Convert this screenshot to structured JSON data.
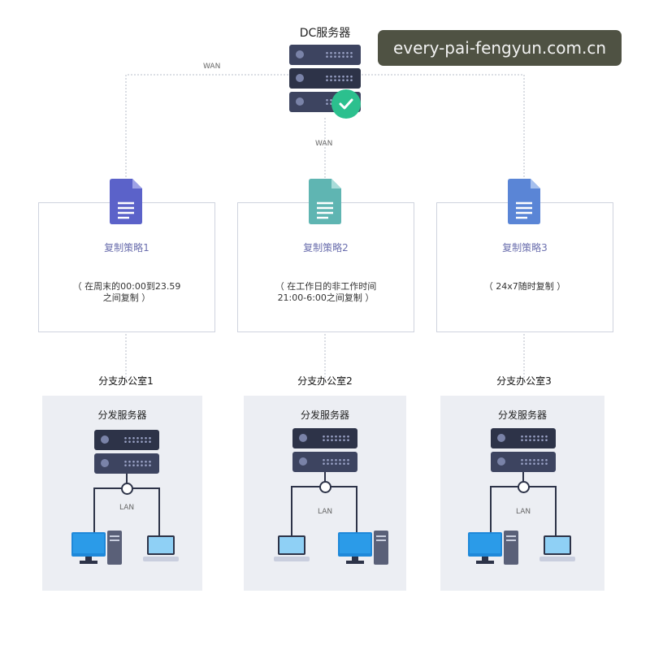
{
  "dc_server": {
    "label": "DC服务器"
  },
  "links": {
    "wan_label": "WAN",
    "lan_label": "LAN"
  },
  "watermark": {
    "text": "every-pai-fengyun.com.cn"
  },
  "policies": [
    {
      "title": "复制策略1",
      "desc": "（ 在周末的00:00到23.59\n之间复制 ）",
      "icon_color": "#5b62c9"
    },
    {
      "title": "复制策略2",
      "desc": "（ 在工作日的非工作时间\n21:00-6:00之间复制 ）",
      "icon_color": "#5fb5b2"
    },
    {
      "title": "复制策略3",
      "desc": "（ 24x7随时复制 ）",
      "icon_color": "#5a85d6"
    }
  ],
  "offices": [
    {
      "name": "分支办公室1",
      "server_label": "分发服务器"
    },
    {
      "name": "分支办公室2",
      "server_label": "分发服务器"
    },
    {
      "name": "分支办公室3",
      "server_label": "分发服务器"
    }
  ],
  "colors": {
    "server": "#3d4460",
    "check": "#2cc08e",
    "monitor": "#1e88d9",
    "box_border": "#cfd3de",
    "office_bg": "#eceef3"
  }
}
